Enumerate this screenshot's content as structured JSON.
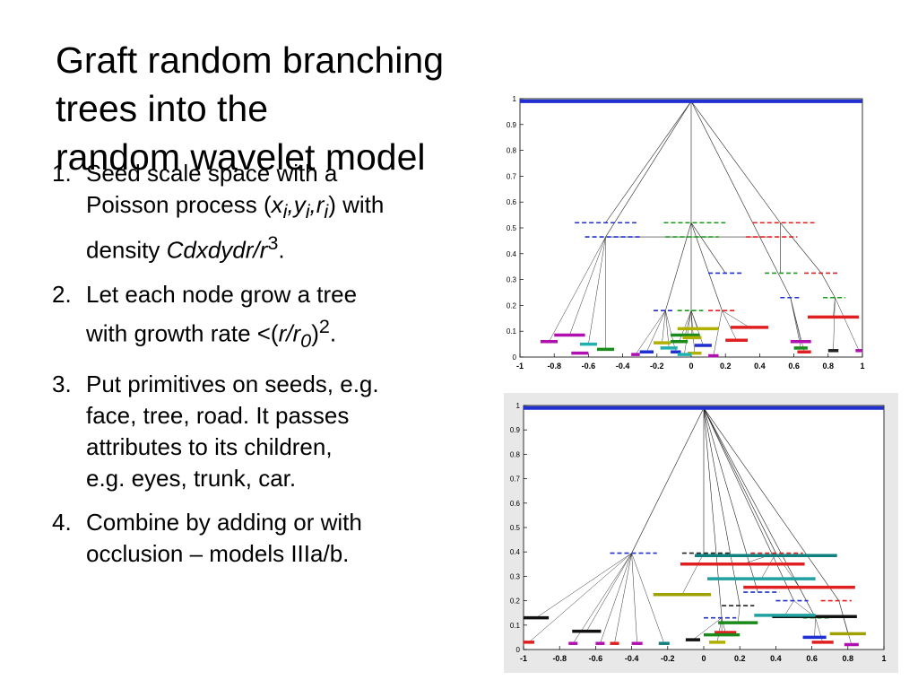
{
  "slide": {
    "title_lines": [
      "Graft random branching trees into the",
      "random wavelet model"
    ],
    "items": [
      {
        "num": "1.",
        "lines": [
          "Seed scale space with a",
          "Poisson process (",
          "density "
        ],
        "l2_math": "x",
        "l2_i1": "i",
        "l2_c1": ",",
        "l2_y": "y",
        "l2_i2": "i",
        "l2_c2": ",",
        "l2_r": "r",
        "l2_i3": "i",
        "l2_tail": ") with",
        "l3_math": "Cdxdydr/r",
        "l3_sup": "3",
        "l3_tail": "."
      },
      {
        "num": "2.",
        "lines": [
          "Let each node grow a tree",
          "with growth rate <("
        ],
        "l2_math": "r/r",
        "l2_sub": "0",
        "l2_close": ")",
        "l2_sup": "2",
        "l2_tail": "."
      },
      {
        "num": "3.",
        "lines": [
          "Put primitives on seeds, e.g.",
          "face, tree, road. It passes",
          "attributes to its children,",
          "e.g. eyes, trunk, car."
        ]
      },
      {
        "num": "4.",
        "lines": [
          "Combine by adding or with",
          "occlusion – models IIIa/b."
        ]
      }
    ]
  },
  "chart_data": [
    {
      "type": "tree-scatter",
      "xlim": [
        -1,
        1
      ],
      "ylim": [
        0,
        1
      ],
      "xticks": [
        "-1",
        "-0.8",
        "-0.6",
        "-0.4",
        "-0.2",
        "0",
        "0.2",
        "0.4",
        "0.6",
        "0.8",
        "1"
      ],
      "yticks": [
        "0",
        "0.1",
        "0.2",
        "0.3",
        "0.4",
        "0.5",
        "0.6",
        "0.7",
        "0.8",
        "0.9",
        "1"
      ],
      "root": {
        "x": 0.0,
        "y": 0.99,
        "x0": -1.0,
        "x1": 1.0,
        "color": "#1f2fd0",
        "dashed": false
      },
      "nodes": [
        {
          "x": -0.5,
          "y": 0.52,
          "x0": -0.68,
          "x1": -0.32,
          "color": "#1f2fd0",
          "dashed": true,
          "parent": "root"
        },
        {
          "x": -0.5,
          "y": 0.465,
          "x0": -0.62,
          "x1": -0.3,
          "color": "#1f2fd0",
          "dashed": true
        },
        {
          "x": 0.0,
          "y": 0.52,
          "x0": -0.16,
          "x1": 0.2,
          "color": "#1a9a1a",
          "dashed": true,
          "parent": "root"
        },
        {
          "x": 0.0,
          "y": 0.465,
          "x0": -0.15,
          "x1": 0.16,
          "color": "#1a9a1a",
          "dashed": true,
          "parent": "p2"
        },
        {
          "x": 0.52,
          "y": 0.52,
          "x0": 0.36,
          "x1": 0.72,
          "color": "#e02020",
          "dashed": true,
          "parent": "root"
        },
        {
          "x": 0.47,
          "y": 0.465,
          "x0": 0.32,
          "x1": 0.62,
          "color": "#e02020",
          "dashed": true,
          "parent": "p4"
        },
        {
          "x": 0.2,
          "y": 0.325,
          "x0": 0.1,
          "x1": 0.3,
          "color": "#1f2fd0",
          "dashed": true,
          "parent": "p3"
        },
        {
          "x": 0.52,
          "y": 0.325,
          "x0": 0.43,
          "x1": 0.62,
          "color": "#1a9a1a",
          "dashed": true,
          "parent": "p5"
        },
        {
          "x": 0.76,
          "y": 0.325,
          "x0": 0.66,
          "x1": 0.86,
          "color": "#e02020",
          "dashed": true,
          "parent": "p5"
        },
        {
          "x": 0.58,
          "y": 0.23,
          "x0": 0.52,
          "x1": 0.64,
          "color": "#1f2fd0",
          "dashed": true
        },
        {
          "x": 0.84,
          "y": 0.23,
          "x0": 0.77,
          "x1": 0.9,
          "color": "#1a9a1a",
          "dashed": true,
          "parent": "p9"
        },
        {
          "x": -0.15,
          "y": 0.18,
          "x0": -0.22,
          "x1": -0.1,
          "color": "#1f2fd0",
          "dashed": true,
          "parent": "p3"
        },
        {
          "x": 0.0,
          "y": 0.18,
          "x0": -0.08,
          "x1": 0.07,
          "color": "#1a9a1a",
          "dashed": true,
          "parent": "p3"
        },
        {
          "x": 0.18,
          "y": 0.18,
          "x0": 0.1,
          "x1": 0.26,
          "color": "#e02020",
          "dashed": true,
          "parent": "p3"
        }
      ],
      "segments": [
        {
          "x0": 0.68,
          "x1": 0.98,
          "y": 0.155,
          "color": "#e02020"
        },
        {
          "x0": 0.23,
          "x1": 0.45,
          "y": 0.115,
          "color": "#e02020"
        },
        {
          "x0": -0.08,
          "x1": 0.16,
          "y": 0.11,
          "color": "#b0b000"
        },
        {
          "x0": -0.12,
          "x1": 0.05,
          "y": 0.085,
          "color": "#1a8a1a"
        },
        {
          "x0": -0.8,
          "x1": -0.62,
          "y": 0.085,
          "color": "#b010b0"
        },
        {
          "x0": -0.88,
          "x1": -0.78,
          "y": 0.06,
          "color": "#b010b0"
        },
        {
          "x0": -0.65,
          "x1": -0.55,
          "y": 0.05,
          "color": "#20b0b0"
        },
        {
          "x0": -0.55,
          "x1": -0.45,
          "y": 0.03,
          "color": "#1a8a1a"
        },
        {
          "x0": -0.7,
          "x1": -0.6,
          "y": 0.015,
          "color": "#b010b0"
        },
        {
          "x0": -0.35,
          "x1": -0.3,
          "y": 0.01,
          "color": "#b010b0"
        },
        {
          "x0": -0.22,
          "x1": -0.12,
          "y": 0.055,
          "color": "#b0b000"
        },
        {
          "x0": -0.18,
          "x1": -0.08,
          "y": 0.035,
          "color": "#20b0b0"
        },
        {
          "x0": -0.12,
          "x1": -0.02,
          "y": 0.06,
          "color": "#1a8a1a"
        },
        {
          "x0": -0.05,
          "x1": 0.06,
          "y": 0.075,
          "color": "#b0b000"
        },
        {
          "x0": 0.02,
          "x1": 0.12,
          "y": 0.045,
          "color": "#1f2fd0"
        },
        {
          "x0": 0.2,
          "x1": 0.33,
          "y": 0.065,
          "color": "#e02020"
        },
        {
          "x0": 0.58,
          "x1": 0.7,
          "y": 0.06,
          "color": "#b010b0"
        },
        {
          "x0": 0.6,
          "x1": 0.68,
          "y": 0.035,
          "color": "#1a8a1a"
        },
        {
          "x0": 0.62,
          "x1": 0.7,
          "y": 0.02,
          "color": "#e02020"
        },
        {
          "x0": 0.8,
          "x1": 0.86,
          "y": 0.025,
          "color": "#222222"
        },
        {
          "x0": 0.96,
          "x1": 1.0,
          "y": 0.025,
          "color": "#b010b0"
        },
        {
          "x0": -0.12,
          "x1": -0.06,
          "y": 0.02,
          "color": "#1f2fd0"
        },
        {
          "x0": -0.02,
          "x1": 0.06,
          "y": 0.015,
          "color": "#b0b000"
        },
        {
          "x0": -0.3,
          "x1": -0.22,
          "y": 0.02,
          "color": "#1f2fd0"
        },
        {
          "x0": -0.08,
          "x1": 0.0,
          "y": 0.01,
          "color": "#20b0b0"
        },
        {
          "x0": 0.1,
          "x1": 0.16,
          "y": 0.005,
          "color": "#b010b0"
        }
      ]
    },
    {
      "type": "tree-scatter",
      "xlim": [
        -1,
        1
      ],
      "ylim": [
        0,
        1
      ],
      "xticks": [
        "-1",
        "-0.8",
        "-0.6",
        "-0.4",
        "-0.2",
        "0",
        "0.2",
        "0.4",
        "0.6",
        "0.8",
        "1"
      ],
      "yticks": [
        "0",
        "0.1",
        "0.2",
        "0.3",
        "0.4",
        "0.5",
        "0.6",
        "0.7",
        "0.8",
        "0.9",
        "1"
      ],
      "root": {
        "x": 0.0,
        "y": 0.99,
        "x0": -1.0,
        "x1": 1.0,
        "color": "#1f2fd0",
        "dashed": false
      },
      "nodes": [
        {
          "x": -0.4,
          "y": 0.395,
          "x0": -0.52,
          "x1": -0.26,
          "color": "#1f2fd0",
          "dashed": true,
          "parent": "root"
        },
        {
          "x": 0.0,
          "y": 0.395,
          "x0": -0.12,
          "x1": 0.15,
          "color": "#222222",
          "dashed": true
        },
        {
          "x": 0.4,
          "y": 0.395,
          "x0": 0.26,
          "x1": 0.55,
          "color": "#e02020",
          "dashed": true,
          "parent": "root"
        },
        {
          "x": 0.3,
          "y": 0.235,
          "x0": 0.22,
          "x1": 0.42,
          "color": "#1f2fd0",
          "dashed": true
        },
        {
          "x": 0.5,
          "y": 0.2,
          "x0": 0.4,
          "x1": 0.58,
          "color": "#1f2fd0",
          "dashed": true
        },
        {
          "x": 0.75,
          "y": 0.2,
          "x0": 0.65,
          "x1": 0.82,
          "color": "#e02020",
          "dashed": true
        },
        {
          "x": 0.2,
          "y": 0.18,
          "x0": 0.1,
          "x1": 0.28,
          "color": "#222222",
          "dashed": true
        },
        {
          "x": 0.1,
          "y": 0.13,
          "x0": 0.0,
          "x1": 0.18,
          "color": "#1f2fd0",
          "dashed": true
        },
        {
          "x": 0.62,
          "y": 0.13,
          "x0": 0.55,
          "x1": 0.7,
          "color": "#1a9a1a",
          "dashed": true
        }
      ],
      "segments": [
        {
          "x0": -0.05,
          "x1": 0.74,
          "y": 0.385,
          "color": "#118080"
        },
        {
          "x0": -0.13,
          "x1": 0.56,
          "y": 0.35,
          "color": "#e02020"
        },
        {
          "x0": 0.02,
          "x1": 0.62,
          "y": 0.29,
          "color": "#20a0a0"
        },
        {
          "x0": 0.22,
          "x1": 0.84,
          "y": 0.255,
          "color": "#e02020"
        },
        {
          "x0": -0.28,
          "x1": 0.04,
          "y": 0.225,
          "color": "#a0a000"
        },
        {
          "x0": -1.0,
          "x1": -0.86,
          "y": 0.13,
          "color": "#111111"
        },
        {
          "x0": 0.38,
          "x1": 0.85,
          "y": 0.135,
          "color": "#111111"
        },
        {
          "x0": 0.28,
          "x1": 0.62,
          "y": 0.14,
          "color": "#20a0a0"
        },
        {
          "x0": 0.08,
          "x1": 0.3,
          "y": 0.11,
          "color": "#1a8a1a"
        },
        {
          "x0": -0.73,
          "x1": -0.57,
          "y": 0.075,
          "color": "#111111"
        },
        {
          "x0": 0.06,
          "x1": 0.18,
          "y": 0.07,
          "color": "#e02020"
        },
        {
          "x0": 0.7,
          "x1": 0.9,
          "y": 0.065,
          "color": "#a0a000"
        },
        {
          "x0": 0.0,
          "x1": 0.2,
          "y": 0.06,
          "color": "#1a8a1a"
        },
        {
          "x0": -1.0,
          "x1": -0.94,
          "y": 0.03,
          "color": "#e02020"
        },
        {
          "x0": -0.75,
          "x1": -0.7,
          "y": 0.025,
          "color": "#b010b0"
        },
        {
          "x0": -0.6,
          "x1": -0.55,
          "y": 0.025,
          "color": "#b010b0"
        },
        {
          "x0": -0.52,
          "x1": -0.47,
          "y": 0.025,
          "color": "#e02020"
        },
        {
          "x0": -0.4,
          "x1": -0.34,
          "y": 0.025,
          "color": "#b010b0"
        },
        {
          "x0": -0.25,
          "x1": -0.19,
          "y": 0.025,
          "color": "#118080"
        },
        {
          "x0": -0.1,
          "x1": -0.02,
          "y": 0.04,
          "color": "#111111"
        },
        {
          "x0": 0.03,
          "x1": 0.12,
          "y": 0.03,
          "color": "#b0b000"
        },
        {
          "x0": 0.55,
          "x1": 0.68,
          "y": 0.05,
          "color": "#1f2fd0"
        },
        {
          "x0": 0.6,
          "x1": 0.72,
          "y": 0.03,
          "color": "#e02020"
        },
        {
          "x0": 0.78,
          "x1": 0.86,
          "y": 0.02,
          "color": "#b010b0"
        }
      ]
    }
  ]
}
